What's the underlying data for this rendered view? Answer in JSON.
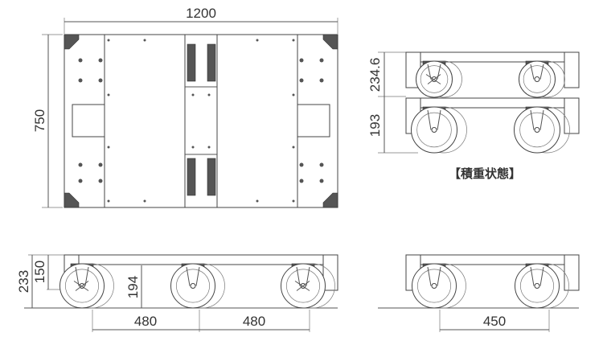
{
  "top_view": {
    "width_label": "1200",
    "depth_label": "750"
  },
  "stacked_view": {
    "stack_height_label": "234.6",
    "single_height_label": "193",
    "caption": "【積重状態】"
  },
  "side_view": {
    "total_height_label": "233",
    "frame_height_label": "150",
    "wheel_height_label": "194",
    "spacing_left_label": "480",
    "spacing_right_label": "480"
  },
  "end_view": {
    "wheel_track_label": "450"
  }
}
